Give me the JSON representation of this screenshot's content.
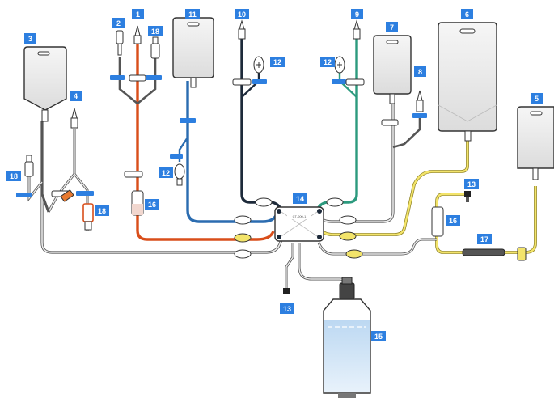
{
  "colors": {
    "badge": "#2d7fe0",
    "orange": "#d94e1a",
    "blue": "#2b6cb0",
    "navy": "#1d2a3a",
    "teal": "#2c9a7e",
    "yellow": "#f3e46a",
    "gray": "#7a7a7a",
    "bag_fill": "#e9e9e9",
    "clamp_blue": "#2d7fe0"
  },
  "hub": {
    "label": "CT-000-1"
  },
  "labels": {
    "l1": "1",
    "l2": "2",
    "l3": "3",
    "l4": "4",
    "l5": "5",
    "l6": "6",
    "l7": "7",
    "l8": "8",
    "l9": "9",
    "l10": "10",
    "l11": "11",
    "l12a": "12",
    "l12b": "12",
    "l12c": "12",
    "l13a": "13",
    "l13b": "13",
    "l14": "14",
    "l15": "15",
    "l16a": "16",
    "l16b": "16",
    "l17": "17",
    "l18a": "18",
    "l18b": "18",
    "l18c": "18"
  }
}
